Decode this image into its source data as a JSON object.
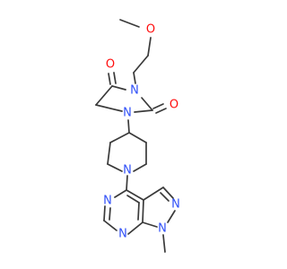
{
  "molecule": {
    "colors": {
      "bond": "#3a3a3a",
      "oxygen": "#ff0d0d",
      "nitrogen": "#3050f8",
      "background": "#ffffff"
    },
    "atoms": {
      "o_methoxy": "O",
      "n_imide": "N",
      "o_carbonyl_upper": "O",
      "o_carbonyl_right": "O",
      "n_hydantoin": "N",
      "n_piperidine": "N",
      "n_pyrimidine_top": "N",
      "n_pyrimidine_bottom": "N",
      "n_pyrazole_upper": "N",
      "n_pyrazole_lower": "N"
    }
  }
}
